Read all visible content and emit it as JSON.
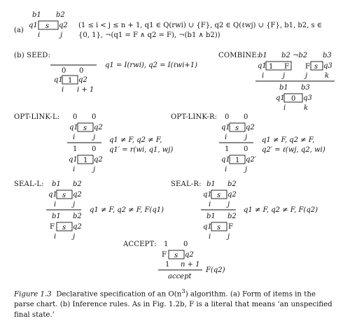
{
  "part_a": {
    "label": "(a)",
    "b1": "b1",
    "b2": "b2",
    "q1": "q1",
    "s": "s",
    "q2": "q2",
    "i": "i",
    "j": "j",
    "cond_line1": "(1 ≤ i < j ≤ n + 1, q1 ∈ Q(rwi) ∪ {F}, q2 ∈ Q(ℓwj) ∪ {F}, b1, b2, s ∈",
    "cond_line2": "{0, 1}, ¬(q1 = F ∧ q2 = F), ¬(b1 ∧ b2))"
  },
  "seed": {
    "label": "(b) SEED:",
    "zero_l": "0",
    "zero_r": "0",
    "q1": "q1",
    "one": "1",
    "q2": "q2",
    "i": "i",
    "i1": "i + 1",
    "side": "q1 = I(rwi), q2 = I(ℓwi+1)"
  },
  "combine": {
    "label": "COMBINE:",
    "top": [
      "b1",
      "b2 ¬b2",
      "b3"
    ],
    "q1": "q1",
    "one": "1",
    "F1": "F",
    "F2": "F",
    "s": "s",
    "q3": "q3",
    "idx": [
      "i",
      "j",
      "j",
      "k"
    ],
    "b1": "b1",
    "b3": "b3",
    "zero": "0",
    "i": "i",
    "k": "k"
  },
  "opt_link_l": {
    "label": "OPT-LINK-L:",
    "z1": "0",
    "z2": "0",
    "q1": "q1",
    "s": "s",
    "q2": "q2",
    "i": "i",
    "j": "j",
    "one": "1",
    "zero": "0",
    "q1p": "q1′",
    "box1": "1",
    "cond1": "q1 ≠ F, q2 ≠ F,",
    "cond2": "q1′ = r(wi, q1, wj)"
  },
  "opt_link_r": {
    "label": "OPT-LINK-R:",
    "z1": "0",
    "z2": "0",
    "q1": "q1",
    "s": "s",
    "q2": "q2",
    "i": "i",
    "j": "j",
    "one": "1",
    "zero": "0",
    "q2p": "q2′",
    "box1": "1",
    "cond1": "q1 ≠ F, q2 ≠ F,",
    "cond2": "q2′ = ℓ(wj, q2, wi)"
  },
  "seal_l": {
    "label": "SEAL-L:",
    "b1": "b1",
    "b2": "b2",
    "q1": "q1",
    "s": "s",
    "q2": "q2",
    "i": "i",
    "j": "j",
    "F": "F",
    "cond": "q1 ≠ F, q2 ≠ F, F(q1)"
  },
  "seal_r": {
    "label": "SEAL-R:",
    "b1": "b1",
    "b2": "b2",
    "q1": "q1",
    "s": "s",
    "q2": "q2",
    "i": "i",
    "j": "j",
    "F": "F",
    "cond": "q1 ≠ F, q2 ≠ F, F(q2)"
  },
  "accept": {
    "label": "ACCEPT:",
    "one": "1",
    "zero": "0",
    "F": "F",
    "s": "s",
    "q2": "q2",
    "l1": "1",
    "n1": "n + 1",
    "accept": "accept",
    "cond": "F(q2)"
  },
  "caption": {
    "fig": "Figure 1.3",
    "text1": "Declarative specification of an O(n",
    "sup": "3",
    "text2": ") algorithm. (a) Form of items in the parse chart. (b) Inference rules. As in Fig. 1.2b, F is a literal that means ‘an unspecified final state.’"
  }
}
